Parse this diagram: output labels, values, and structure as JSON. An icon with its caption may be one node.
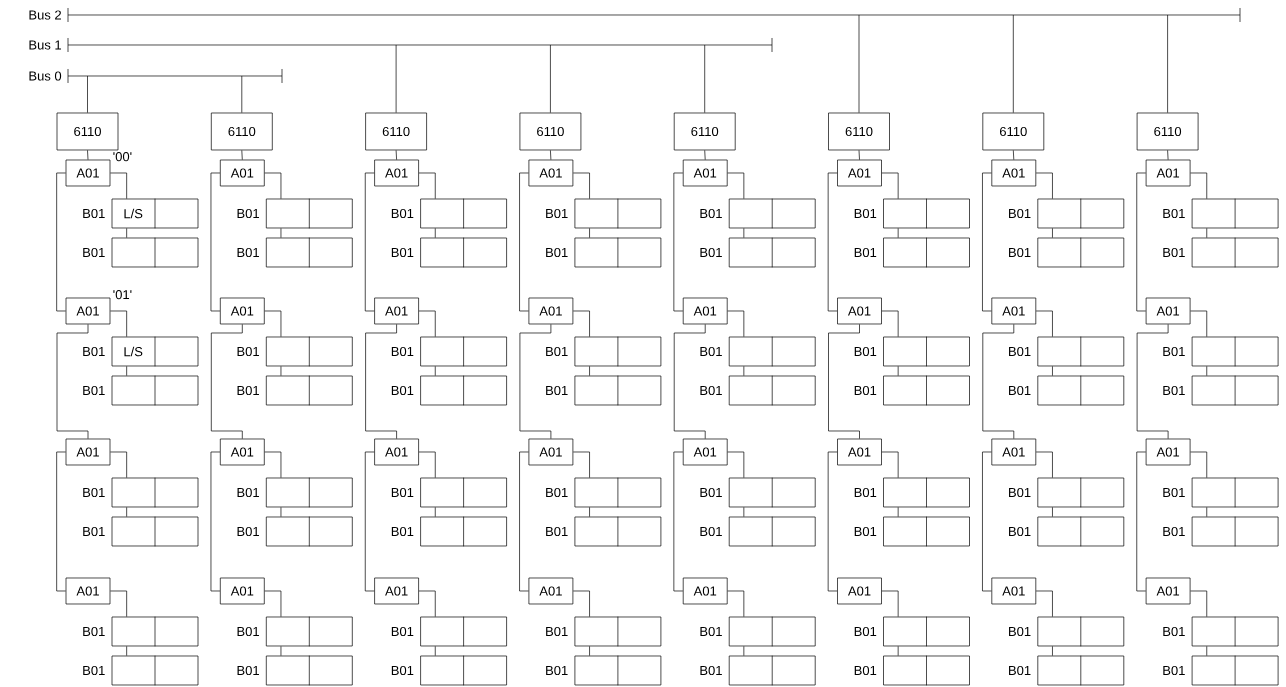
{
  "diagram": {
    "nodes": [
      {
        "text": [
          "Bus 2"
        ]
      },
      {
        "text": [
          "Bus 1"
        ]
      },
      {
        "text": [
          "Bus 0"
        ]
      },
      {
        "text": [
          "6110"
        ]
      },
      {
        "text": [
          "6110"
        ]
      },
      {
        "text": [
          "6110"
        ]
      },
      {
        "text": [
          "6110"
        ]
      },
      {
        "text": [
          "6110"
        ]
      },
      {
        "text": [
          "6110"
        ]
      },
      {
        "text": [
          "6110"
        ]
      },
      {
        "text": [
          "6110"
        ]
      },
      {
        "text": [
          "A01"
        ],
        "beside": [
          "'00'"
        ]
      },
      {
        "text": [
          "A01"
        ]
      },
      {
        "text": [
          "A01"
        ]
      },
      {
        "text": [
          "A01"
        ]
      },
      {
        "text": [
          "A01"
        ]
      },
      {
        "text": [
          "A01"
        ]
      },
      {
        "text": [
          "A01"
        ]
      },
      {
        "text": [
          "A01"
        ]
      },
      {
        "text": [
          "B01",
          "L/S"
        ]
      },
      {
        "text": [
          "B01"
        ]
      },
      {
        "text": [
          "B01"
        ]
      },
      {
        "text": [
          "B01"
        ]
      },
      {
        "text": [
          "B01"
        ]
      },
      {
        "text": [
          "B01"
        ]
      },
      {
        "text": [
          "B01"
        ]
      },
      {
        "text": [
          "B01"
        ]
      },
      {
        "text": [
          "B01"
        ]
      },
      {
        "text": [
          "B01"
        ]
      },
      {
        "text": [
          "B01"
        ]
      },
      {
        "text": [
          "B01"
        ]
      },
      {
        "text": [
          "B01"
        ]
      },
      {
        "text": [
          "B01"
        ]
      },
      {
        "text": [
          "B01"
        ]
      },
      {
        "text": [
          "B01"
        ]
      },
      {
        "text": [
          "A01"
        ],
        "beside": [
          "'01'"
        ]
      },
      {
        "text": [
          "A01"
        ]
      },
      {
        "text": [
          "A01"
        ]
      },
      {
        "text": [
          "A01"
        ]
      },
      {
        "text": [
          "A01"
        ]
      },
      {
        "text": [
          "A01"
        ]
      },
      {
        "text": [
          "A01"
        ]
      },
      {
        "text": [
          "A01"
        ]
      },
      {
        "text": [
          "B01",
          "L/S"
        ]
      },
      {
        "text": [
          "B01"
        ]
      },
      {
        "text": [
          "B01"
        ]
      },
      {
        "text": [
          "B01"
        ]
      },
      {
        "text": [
          "B01"
        ]
      },
      {
        "text": [
          "B01"
        ]
      },
      {
        "text": [
          "B01"
        ]
      },
      {
        "text": [
          "B01"
        ]
      },
      {
        "text": [
          "B01"
        ]
      },
      {
        "text": [
          "B01"
        ]
      },
      {
        "text": [
          "B01"
        ]
      },
      {
        "text": [
          "B01"
        ]
      },
      {
        "text": [
          "B01"
        ]
      },
      {
        "text": [
          "B01"
        ]
      },
      {
        "text": [
          "B01"
        ]
      },
      {
        "text": [
          "B01"
        ]
      },
      {
        "text": [
          "A01"
        ]
      },
      {
        "text": [
          "A01"
        ]
      },
      {
        "text": [
          "A01"
        ]
      },
      {
        "text": [
          "A01"
        ]
      },
      {
        "text": [
          "A01"
        ]
      },
      {
        "text": [
          "A01"
        ]
      },
      {
        "text": [
          "A01"
        ]
      },
      {
        "text": [
          "A01"
        ]
      },
      {
        "text": [
          "B01"
        ]
      },
      {
        "text": [
          "B01"
        ]
      },
      {
        "text": [
          "B01"
        ]
      },
      {
        "text": [
          "B01"
        ]
      },
      {
        "text": [
          "B01"
        ]
      },
      {
        "text": [
          "B01"
        ]
      },
      {
        "text": [
          "B01"
        ]
      },
      {
        "text": [
          "B01"
        ]
      },
      {
        "text": [
          "B01"
        ]
      },
      {
        "text": [
          "B01"
        ]
      },
      {
        "text": [
          "B01"
        ]
      },
      {
        "text": [
          "B01"
        ]
      },
      {
        "text": [
          "B01"
        ]
      },
      {
        "text": [
          "B01"
        ]
      },
      {
        "text": [
          "B01"
        ]
      },
      {
        "text": [
          "B01"
        ]
      },
      {
        "text": [
          "A01"
        ]
      },
      {
        "text": [
          "A01"
        ]
      },
      {
        "text": [
          "A01"
        ]
      },
      {
        "text": [
          "A01"
        ]
      },
      {
        "text": [
          "A01"
        ]
      },
      {
        "text": [
          "A01"
        ]
      },
      {
        "text": [
          "A01"
        ]
      },
      {
        "text": [
          "A01"
        ]
      },
      {
        "text": [
          "B01"
        ]
      },
      {
        "text": [
          "B01"
        ]
      },
      {
        "text": [
          "B01"
        ]
      },
      {
        "text": [
          "B01"
        ]
      },
      {
        "text": [
          "B01"
        ]
      },
      {
        "text": [
          "B01"
        ]
      },
      {
        "text": [
          "B01"
        ]
      },
      {
        "text": [
          "B01"
        ]
      },
      {
        "text": [
          "B01"
        ]
      },
      {
        "text": [
          "B01"
        ]
      },
      {
        "text": [
          "B01"
        ]
      },
      {
        "text": [
          "B01"
        ]
      },
      {
        "text": [
          "B01"
        ]
      },
      {
        "text": [
          "B01"
        ]
      },
      {
        "text": [
          "B01"
        ]
      },
      {
        "text": [
          "B01"
        ]
      }
    ],
    "edges": [
      {
        "from": 2,
        "to": 3,
        "arrow": "none"
      },
      {
        "from": 2,
        "to": 4,
        "arrow": "none"
      },
      {
        "from": 1,
        "to": 5,
        "arrow": "none"
      },
      {
        "from": 1,
        "to": 6,
        "arrow": "none"
      },
      {
        "from": 1,
        "to": 7,
        "arrow": "none"
      },
      {
        "from": 0,
        "to": 8,
        "arrow": "none"
      },
      {
        "from": 0,
        "to": 9,
        "arrow": "none"
      },
      {
        "from": 0,
        "to": 10,
        "arrow": "none"
      },
      {
        "from": 3,
        "to": 11,
        "arrow": "none"
      },
      {
        "from": 4,
        "to": 12,
        "arrow": "none"
      },
      {
        "from": 5,
        "to": 13,
        "arrow": "none"
      },
      {
        "from": 6,
        "to": 14,
        "arrow": "none"
      },
      {
        "from": 7,
        "to": 15,
        "arrow": "none"
      },
      {
        "from": 8,
        "to": 16,
        "arrow": "none"
      },
      {
        "from": 9,
        "to": 17,
        "arrow": "none"
      },
      {
        "from": 10,
        "to": 18,
        "arrow": "none"
      },
      {
        "from": 11,
        "to": 35,
        "arrow": "none"
      },
      {
        "from": 12,
        "to": 36,
        "arrow": "none"
      },
      {
        "from": 13,
        "to": 37,
        "arrow": "none"
      },
      {
        "from": 14,
        "to": 38,
        "arrow": "none"
      },
      {
        "from": 15,
        "to": 39,
        "arrow": "none"
      },
      {
        "from": 16,
        "to": 40,
        "arrow": "none"
      },
      {
        "from": 17,
        "to": 41,
        "arrow": "none"
      },
      {
        "from": 18,
        "to": 42,
        "arrow": "none"
      },
      {
        "from": 35,
        "to": 59,
        "arrow": "none"
      },
      {
        "from": 36,
        "to": 60,
        "arrow": "none"
      },
      {
        "from": 37,
        "to": 61,
        "arrow": "none"
      },
      {
        "from": 38,
        "to": 62,
        "arrow": "none"
      },
      {
        "from": 39,
        "to": 63,
        "arrow": "none"
      },
      {
        "from": 40,
        "to": 64,
        "arrow": "none"
      },
      {
        "from": 41,
        "to": 65,
        "arrow": "none"
      },
      {
        "from": 42,
        "to": 66,
        "arrow": "none"
      },
      {
        "from": 59,
        "to": 83,
        "arrow": "none"
      },
      {
        "from": 60,
        "to": 84,
        "arrow": "none"
      },
      {
        "from": 61,
        "to": 85,
        "arrow": "none"
      },
      {
        "from": 62,
        "to": 86,
        "arrow": "none"
      },
      {
        "from": 63,
        "to": 87,
        "arrow": "none"
      },
      {
        "from": 64,
        "to": 88,
        "arrow": "none"
      },
      {
        "from": 65,
        "to": 89,
        "arrow": "none"
      },
      {
        "from": 66,
        "to": 90,
        "arrow": "none"
      },
      {
        "from": 11,
        "to": 19,
        "arrow": "none"
      },
      {
        "from": 12,
        "to": 20,
        "arrow": "none"
      },
      {
        "from": 13,
        "to": 21,
        "arrow": "none"
      },
      {
        "from": 14,
        "to": 22,
        "arrow": "none"
      },
      {
        "from": 15,
        "to": 23,
        "arrow": "none"
      },
      {
        "from": 16,
        "to": 24,
        "arrow": "none"
      },
      {
        "from": 17,
        "to": 25,
        "arrow": "none"
      },
      {
        "from": 18,
        "to": 26,
        "arrow": "none"
      },
      {
        "from": 19,
        "to": 27,
        "arrow": "none"
      },
      {
        "from": 20,
        "to": 28,
        "arrow": "none"
      },
      {
        "from": 21,
        "to": 29,
        "arrow": "none"
      },
      {
        "from": 22,
        "to": 30,
        "arrow": "none"
      },
      {
        "from": 23,
        "to": 31,
        "arrow": "none"
      },
      {
        "from": 24,
        "to": 32,
        "arrow": "none"
      },
      {
        "from": 25,
        "to": 33,
        "arrow": "none"
      },
      {
        "from": 26,
        "to": 34,
        "arrow": "none"
      },
      {
        "from": 35,
        "to": 43,
        "arrow": "none"
      },
      {
        "from": 36,
        "to": 44,
        "arrow": "none"
      },
      {
        "from": 37,
        "to": 45,
        "arrow": "none"
      },
      {
        "from": 38,
        "to": 46,
        "arrow": "none"
      },
      {
        "from": 39,
        "to": 47,
        "arrow": "none"
      },
      {
        "from": 40,
        "to": 48,
        "arrow": "none"
      },
      {
        "from": 41,
        "to": 49,
        "arrow": "none"
      },
      {
        "from": 42,
        "to": 50,
        "arrow": "none"
      },
      {
        "from": 43,
        "to": 51,
        "arrow": "none"
      },
      {
        "from": 44,
        "to": 52,
        "arrow": "none"
      },
      {
        "from": 45,
        "to": 53,
        "arrow": "none"
      },
      {
        "from": 46,
        "to": 54,
        "arrow": "none"
      },
      {
        "from": 47,
        "to": 55,
        "arrow": "none"
      },
      {
        "from": 48,
        "to": 56,
        "arrow": "none"
      },
      {
        "from": 49,
        "to": 57,
        "arrow": "none"
      },
      {
        "from": 50,
        "to": 58,
        "arrow": "none"
      },
      {
        "from": 59,
        "to": 67,
        "arrow": "none"
      },
      {
        "from": 60,
        "to": 68,
        "arrow": "none"
      },
      {
        "from": 61,
        "to": 69,
        "arrow": "none"
      },
      {
        "from": 62,
        "to": 70,
        "arrow": "none"
      },
      {
        "from": 63,
        "to": 71,
        "arrow": "none"
      },
      {
        "from": 64,
        "to": 72,
        "arrow": "none"
      },
      {
        "from": 65,
        "to": 73,
        "arrow": "none"
      },
      {
        "from": 66,
        "to": 74,
        "arrow": "none"
      },
      {
        "from": 67,
        "to": 75,
        "arrow": "none"
      },
      {
        "from": 68,
        "to": 76,
        "arrow": "none"
      },
      {
        "from": 69,
        "to": 77,
        "arrow": "none"
      },
      {
        "from": 70,
        "to": 78,
        "arrow": "none"
      },
      {
        "from": 71,
        "to": 79,
        "arrow": "none"
      },
      {
        "from": 72,
        "to": 80,
        "arrow": "none"
      },
      {
        "from": 73,
        "to": 81,
        "arrow": "none"
      },
      {
        "from": 74,
        "to": 82,
        "arrow": "none"
      },
      {
        "from": 83,
        "to": 91,
        "arrow": "none"
      },
      {
        "from": 84,
        "to": 92,
        "arrow": "none"
      },
      {
        "from": 85,
        "to": 93,
        "arrow": "none"
      },
      {
        "from": 86,
        "to": 94,
        "arrow": "none"
      },
      {
        "from": 87,
        "to": 95,
        "arrow": "none"
      },
      {
        "from": 88,
        "to": 96,
        "arrow": "none"
      },
      {
        "from": 89,
        "to": 97,
        "arrow": "none"
      },
      {
        "from": 90,
        "to": 98,
        "arrow": "none"
      },
      {
        "from": 91,
        "to": 99,
        "arrow": "none"
      },
      {
        "from": 92,
        "to": 100,
        "arrow": "none"
      },
      {
        "from": 93,
        "to": 101,
        "arrow": "none"
      },
      {
        "from": 94,
        "to": 102,
        "arrow": "none"
      },
      {
        "from": 95,
        "to": 103,
        "arrow": "none"
      },
      {
        "from": 96,
        "to": 104,
        "arrow": "none"
      },
      {
        "from": 97,
        "to": 105,
        "arrow": "none"
      },
      {
        "from": 98,
        "to": 106,
        "arrow": "none"
      }
    ]
  }
}
